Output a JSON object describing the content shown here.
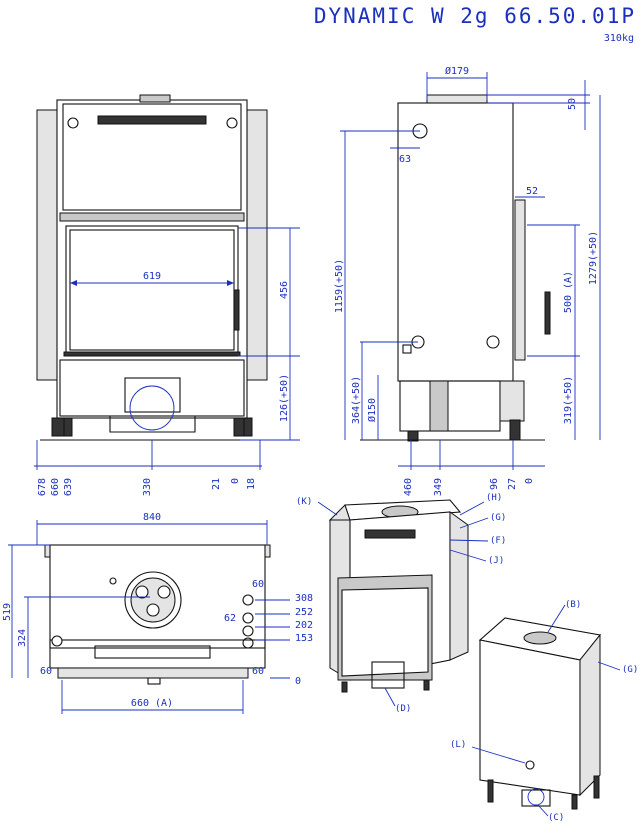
{
  "title": "DYNAMIC W 2g 66.50.01P",
  "weight": "310kg",
  "front_view": {
    "dims_horizontal": [
      "619"
    ],
    "dims_vertical": [
      "456",
      "126(+50)"
    ],
    "bottom_dims": [
      "678",
      "660",
      "639",
      "330",
      "21",
      "0",
      "18"
    ]
  },
  "side_view": {
    "dims_top": [
      "Ø179",
      "63",
      "52"
    ],
    "dims_right": [
      "50",
      "1279(+50)",
      "500 (A)",
      "319(+50)"
    ],
    "dims_left": [
      "1159(+50)",
      "364(+50)",
      "Ø150"
    ],
    "bottom_dims": [
      "460",
      "349",
      "96",
      "27",
      "0"
    ]
  },
  "rear_view": {
    "width": "840",
    "base_width": "660 (A)",
    "dims_left": [
      "519",
      "324",
      "60"
    ],
    "dims_right": [
      "60",
      "308",
      "62",
      "252",
      "202",
      "153",
      "60",
      "0"
    ]
  },
  "iso_callouts": [
    "(K)",
    "(H)",
    "(G)",
    "(F)",
    "(J)",
    "(D)",
    "(B)",
    "(G)",
    "(L)",
    "(C)"
  ],
  "colors": {
    "dimension": "#1a2fbf",
    "outline": "#111111"
  }
}
